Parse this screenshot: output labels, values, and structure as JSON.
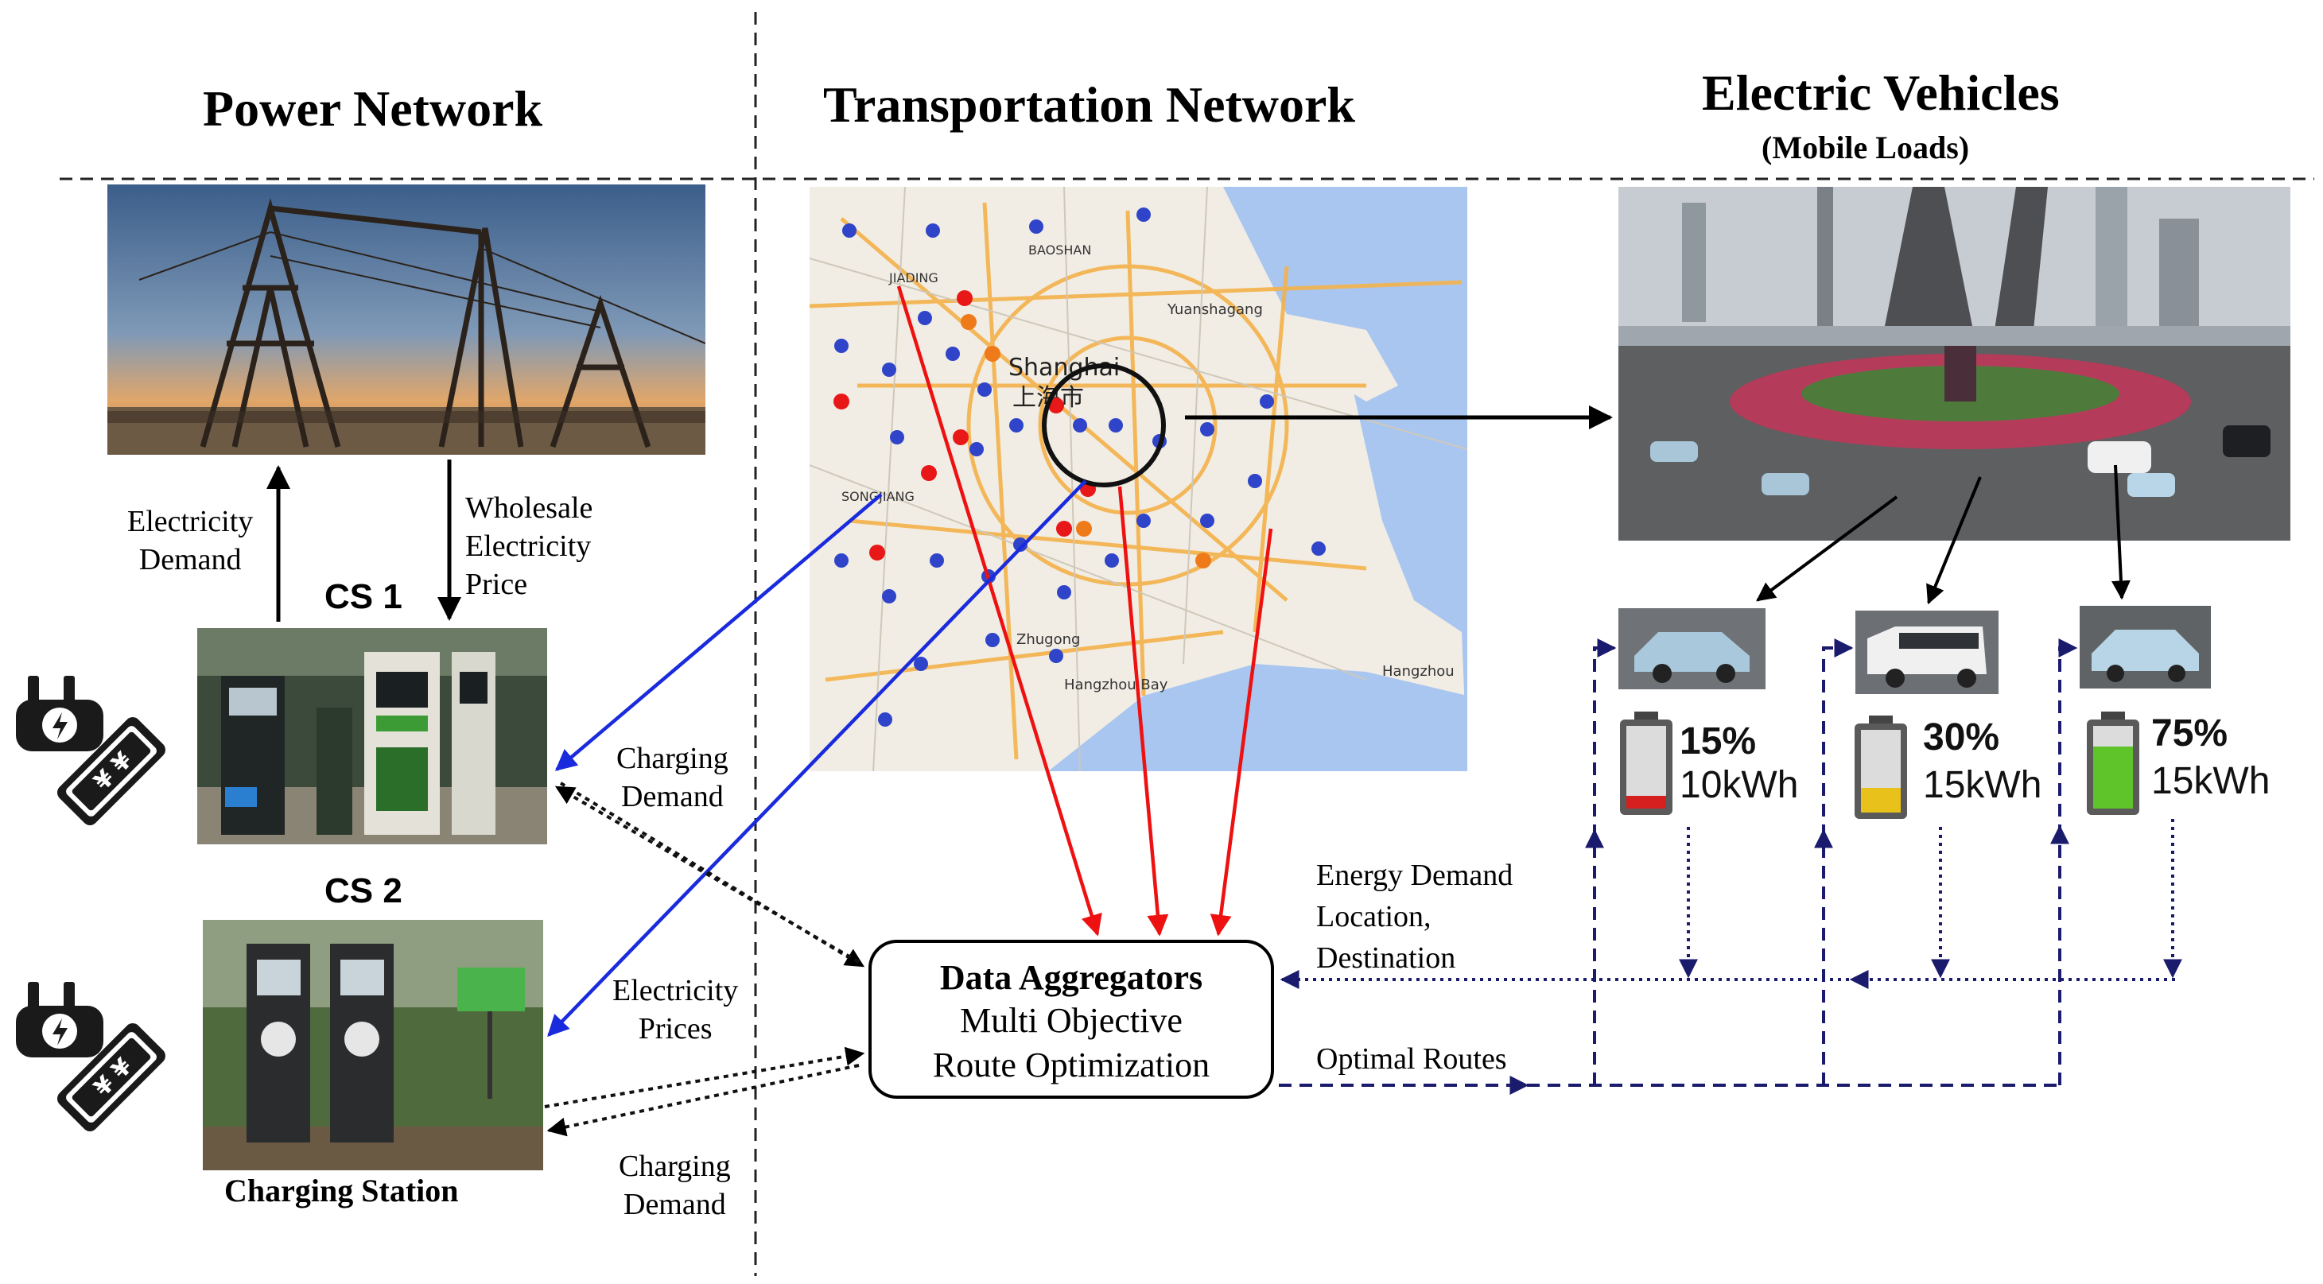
{
  "headings": {
    "power": "Power Network",
    "transport": "Transportation Network",
    "ev": "Electric Vehicles",
    "ev_sub": "(Mobile Loads)"
  },
  "power": {
    "demand_line1": "Electricity",
    "demand_line2": "Demand",
    "price_line1": "Wholesale",
    "price_line2": "Electricity",
    "price_line3": "Price",
    "cs1": "CS 1",
    "cs2": "CS 2",
    "station_caption": "Charging Station",
    "currency_symbols": "¥ ¥"
  },
  "middle": {
    "charging_demand_1_l1": "Charging",
    "charging_demand_1_l2": "Demand",
    "electricity_prices_l1": "Electricity",
    "electricity_prices_l2": "Prices",
    "charging_demand_2_l1": "Charging",
    "charging_demand_2_l2": "Demand"
  },
  "aggregator": {
    "title": "Data Aggregators",
    "line2": "Multi Objective",
    "line3": "Route Optimization"
  },
  "flows": {
    "energy_l1": "Energy Demand",
    "energy_l2": "Location,",
    "energy_l3": "Destination",
    "routes": "Optimal Routes"
  },
  "map_labels": {
    "shanghai": "Shanghai",
    "shanghai_cn": "上海市",
    "baoshan": "BAOSHAN",
    "jiading": "JIADING",
    "songjiang": "SONGJIANG",
    "yuanshagang": "Yuanshagang",
    "hangzhou_bay": "Hangzhou Bay",
    "hangzhou": "Hangzhou",
    "zhuqing": "Zhugong"
  },
  "vehicles": [
    {
      "percent": "15%",
      "energy": "10kWh",
      "battery_color": "#d62020",
      "fill": 0.15
    },
    {
      "percent": "30%",
      "energy": "15kWh",
      "battery_color": "#e8c21a",
      "fill": 0.3
    },
    {
      "percent": "75%",
      "energy": "15kWh",
      "battery_color": "#5fc42a",
      "fill": 0.75
    }
  ],
  "colors": {
    "red_arrow": "#ee1111",
    "blue_arrow": "#1a2bdd",
    "navy_dashed": "#1b1b6e",
    "map_water": "#a9c6f0",
    "map_land": "#f1ede4"
  }
}
